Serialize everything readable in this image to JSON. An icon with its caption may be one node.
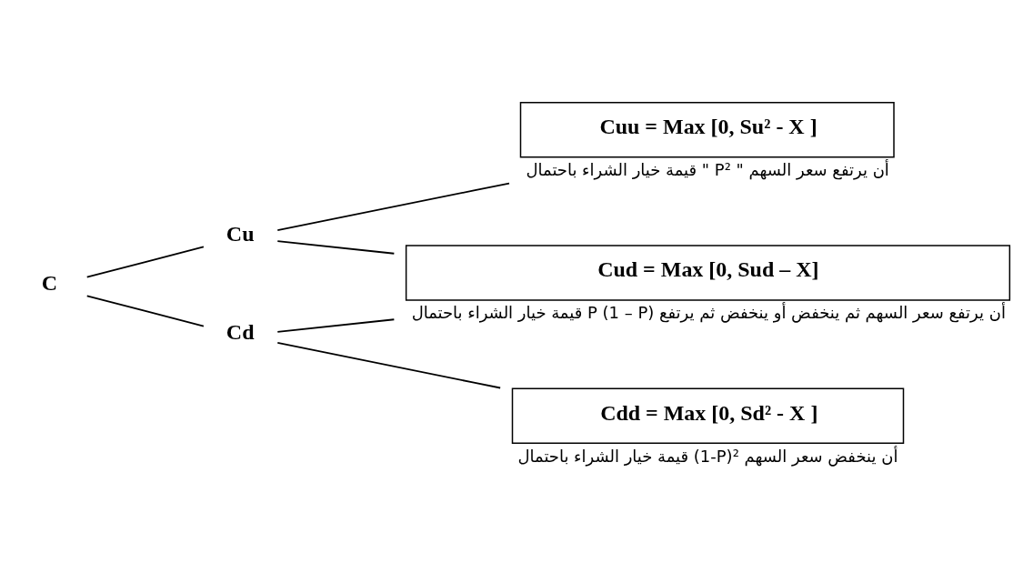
{
  "diagram": {
    "nodes": [
      {
        "text": [
          "C"
        ]
      },
      {
        "text": [
          "Cu"
        ]
      },
      {
        "text": [
          "Cd"
        ]
      },
      {
        "text": [
          "Cuu = Max [0, Su² - X ]"
        ],
        "beside": [
          "قيمة خيار الشراء باحتمال \" P² \" أن يرتفع سعر السهم"
        ]
      },
      {
        "text": [
          "Cud = Max [0, Sud – X]"
        ],
        "beside": [
          "قيمة خيار الشراء باحتمال P (1 – P) أن يرتفع سعر السهم ثم ينخفض أو ينخفض ثم يرتفع"
        ]
      },
      {
        "text": [
          "Cdd = Max [0, Sd² - X ]"
        ],
        "beside": [
          "قيمة خيار الشراء باحتمال (1-P)² أن ينخفض سعر السهم"
        ]
      }
    ],
    "edges": [
      {
        "from": 0,
        "to": 1,
        "arrow": "none"
      },
      {
        "from": 0,
        "to": 2,
        "arrow": "none"
      },
      {
        "from": 1,
        "to": 3,
        "arrow": "none"
      },
      {
        "from": 1,
        "to": 4,
        "arrow": "none"
      },
      {
        "from": 2,
        "to": 4,
        "arrow": "none"
      },
      {
        "from": 2,
        "to": 5,
        "arrow": "none"
      }
    ]
  }
}
